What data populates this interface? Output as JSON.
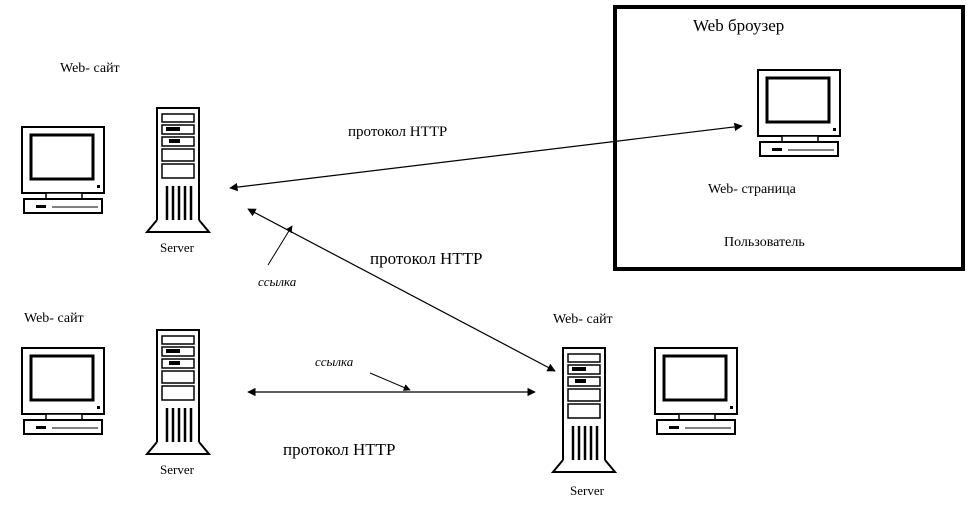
{
  "browser_box": {
    "title": "Web броузер",
    "page_label": "Web- страница",
    "user_label": "Пользователь"
  },
  "sites": [
    {
      "label": "Web- сайт",
      "server_label": "Server"
    },
    {
      "label": "Web- сайт",
      "server_label": "Server"
    },
    {
      "label": "Web- сайт",
      "server_label": "Server"
    }
  ],
  "protocols": {
    "top": "протокол HTTP",
    "diagonal": "протокол HTTP",
    "bottom": "протокол HTTP"
  },
  "links": {
    "upper": "ссылка",
    "lower": "ссылка"
  }
}
